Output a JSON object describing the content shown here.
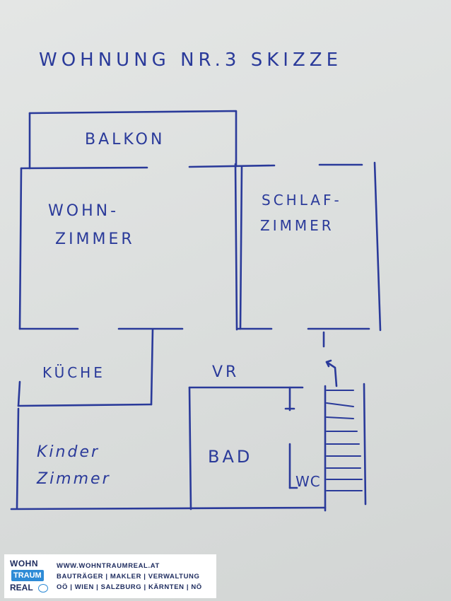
{
  "title": "WOHNUNG NR.3 SKIZZE",
  "rooms": {
    "balkon": "BALKON",
    "wohnzimmer_line1": "WOHN-",
    "wohnzimmer_line2": "ZIMMER",
    "schlafzimmer_line1": "SCHLAF-",
    "schlafzimmer_line2": "ZIMMER",
    "kueche": "KÜCHE",
    "vr": "VR",
    "kinderzimmer_line1": "Kinder",
    "kinderzimmer_line2": "Zimmer",
    "bad": "BAD",
    "wc": "WC"
  },
  "footer": {
    "logo_line1": "WOHN",
    "logo_line2": "TRAUM",
    "logo_line3": "REAL",
    "website": "WWW.WOHNTRAUMREAL.AT",
    "services": "BAUTRÄGER | MAKLER | VERWALTUNG",
    "regions": "OÖ | WIEN | SALZBURG | KÄRNTEN | NÖ"
  },
  "colors": {
    "ink": "#2a3a9a",
    "paper": "#dcdfde",
    "brand_dark": "#1d2b5e",
    "brand_blue": "#2e8bd6"
  }
}
